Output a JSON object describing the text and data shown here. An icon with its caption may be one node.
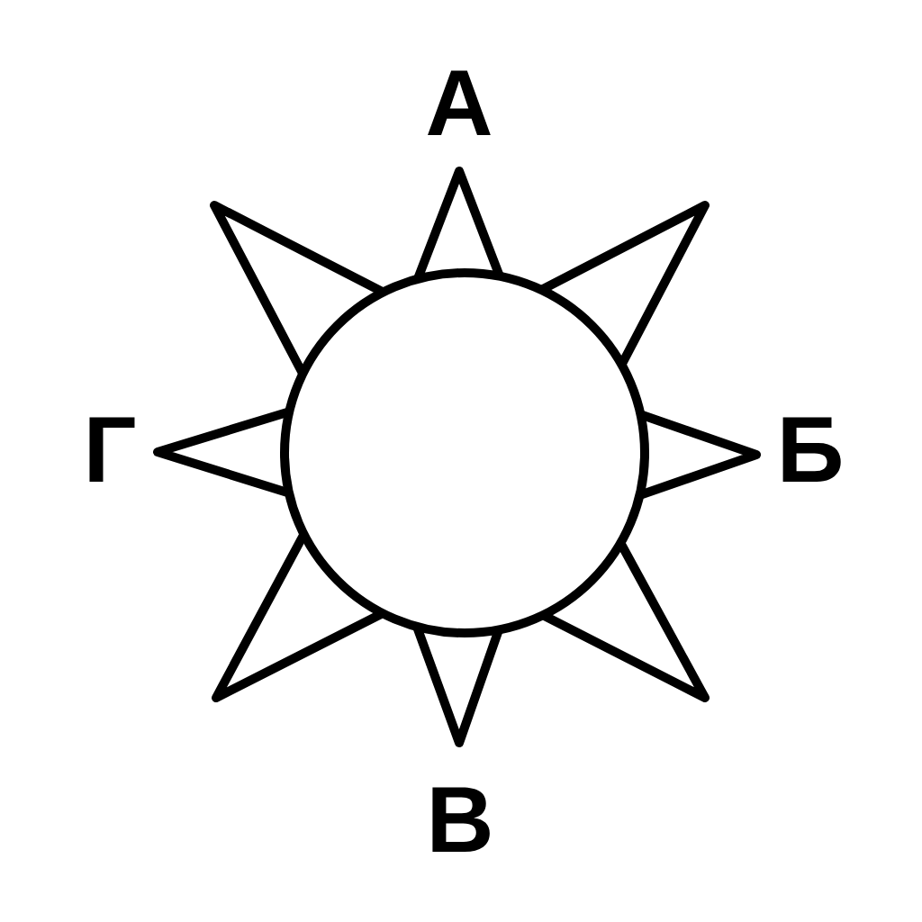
{
  "diagram": {
    "labels": [
      "А",
      "Г",
      "Б",
      "В"
    ]
  }
}
